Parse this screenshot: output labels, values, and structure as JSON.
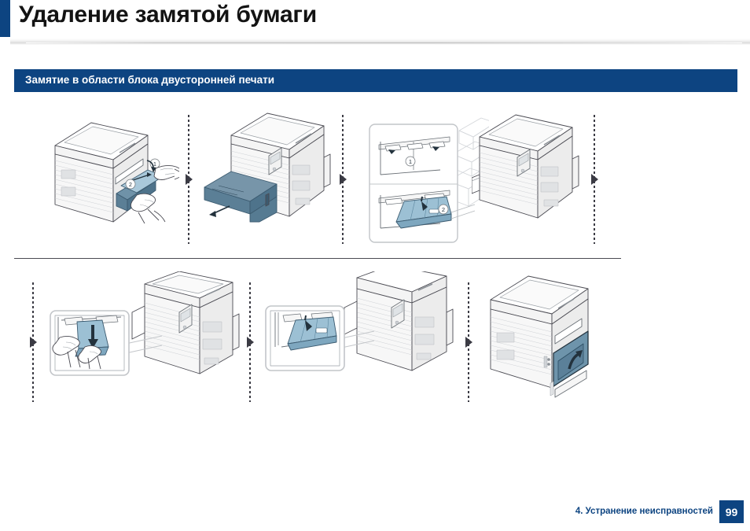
{
  "page": {
    "title": "Удаление замятой бумаги",
    "accent_color": "#0d4481",
    "background": "#ffffff"
  },
  "section": {
    "header": "Замятие в области блока двусторонней печати",
    "header_bg": "#0d4481",
    "header_text_color": "#ffffff"
  },
  "steps": {
    "row1": [
      {
        "id": "step-1",
        "name": "open-duplex-unit-remove-paper",
        "callouts": [
          "1",
          "2"
        ],
        "highlight_color": "#5b7f96"
      },
      {
        "id": "step-2",
        "name": "pull-out-paper-tray",
        "callouts": [],
        "highlight_color": "#6d8da3"
      },
      {
        "id": "step-3",
        "name": "duplex-interior-detail",
        "callouts": [
          "1",
          "2"
        ],
        "highlight_color": "#8db4c9"
      },
      {
        "id": "step-4",
        "name": "printer-rear-view",
        "callouts": [],
        "highlight_color": "#ffffff"
      }
    ],
    "row2": [
      {
        "id": "step-5",
        "name": "pull-jammed-paper-down",
        "callouts": [],
        "highlight_color": "#9cc0d4"
      },
      {
        "id": "step-6",
        "name": "push-duplex-unit-back",
        "callouts": [],
        "highlight_color": "#9cc0d4"
      },
      {
        "id": "step-7",
        "name": "close-front-cover",
        "callouts": [],
        "highlight_color": "#6e94ab"
      }
    ]
  },
  "separator": {
    "name": "step-arrow-separator",
    "color": "#3b3b44"
  },
  "footer": {
    "chapter": "4. Устранение неисправностей",
    "page_number": "99",
    "badge_bg": "#0d4481"
  }
}
